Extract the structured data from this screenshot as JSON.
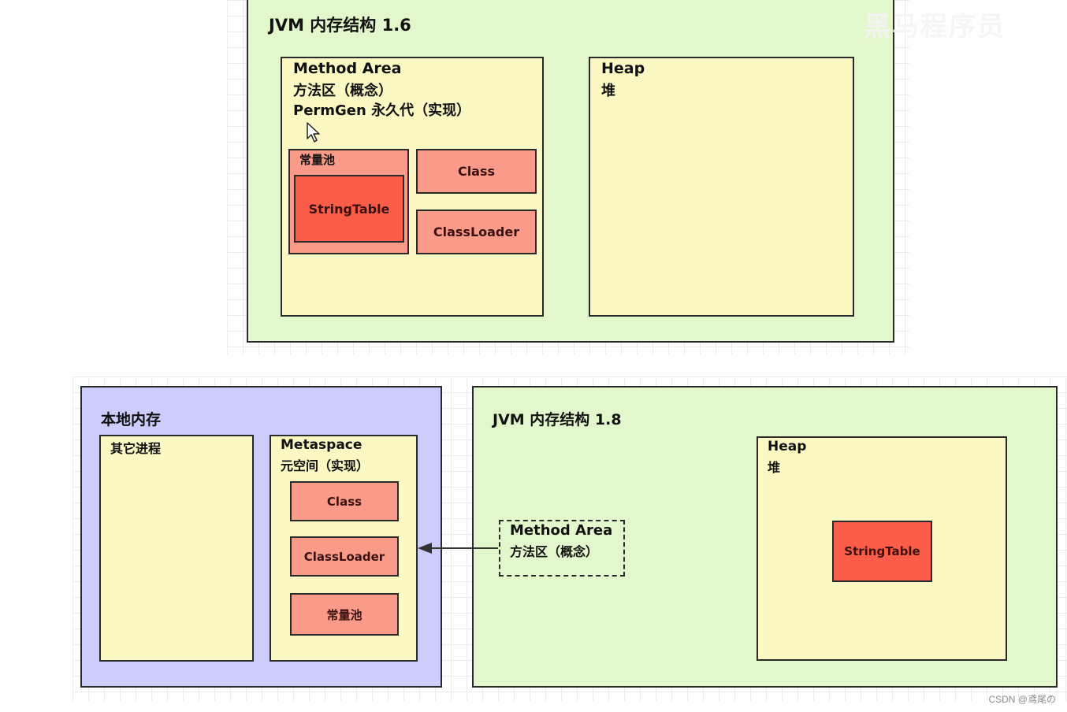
{
  "watermark": "黑马程序员",
  "credit": "CSDN @鸢尾の",
  "jvm16": {
    "title": "JVM 内存结构 1.6",
    "method_area": {
      "line1": "Method Area",
      "line2": "方法区（概念）",
      "line3": "PermGen 永久代（实现）",
      "constant_pool": "常量池",
      "string_table": "StringTable",
      "class": "Class",
      "classloader": "ClassLoader"
    },
    "heap": {
      "line1": "Heap",
      "line2": "堆"
    }
  },
  "native_memory": {
    "title": "本地内存",
    "other_processes": "其它进程",
    "metaspace": {
      "line1": "Metaspace",
      "line2": "元空间（实现）",
      "class": "Class",
      "classloader": "ClassLoader",
      "constant_pool": "常量池"
    }
  },
  "jvm18": {
    "title": "JVM 内存结构 1.8",
    "method_area": {
      "line1": "Method Area",
      "line2": "方法区（概念）"
    },
    "heap": {
      "line1": "Heap",
      "line2": "堆",
      "string_table": "StringTable"
    }
  },
  "colors": {
    "jvm_background": "#e2f8cc",
    "region_background": "#fcf8c4",
    "native_background": "#cccdfa",
    "component": "#f99b88",
    "string_table": "#fb5d48"
  }
}
